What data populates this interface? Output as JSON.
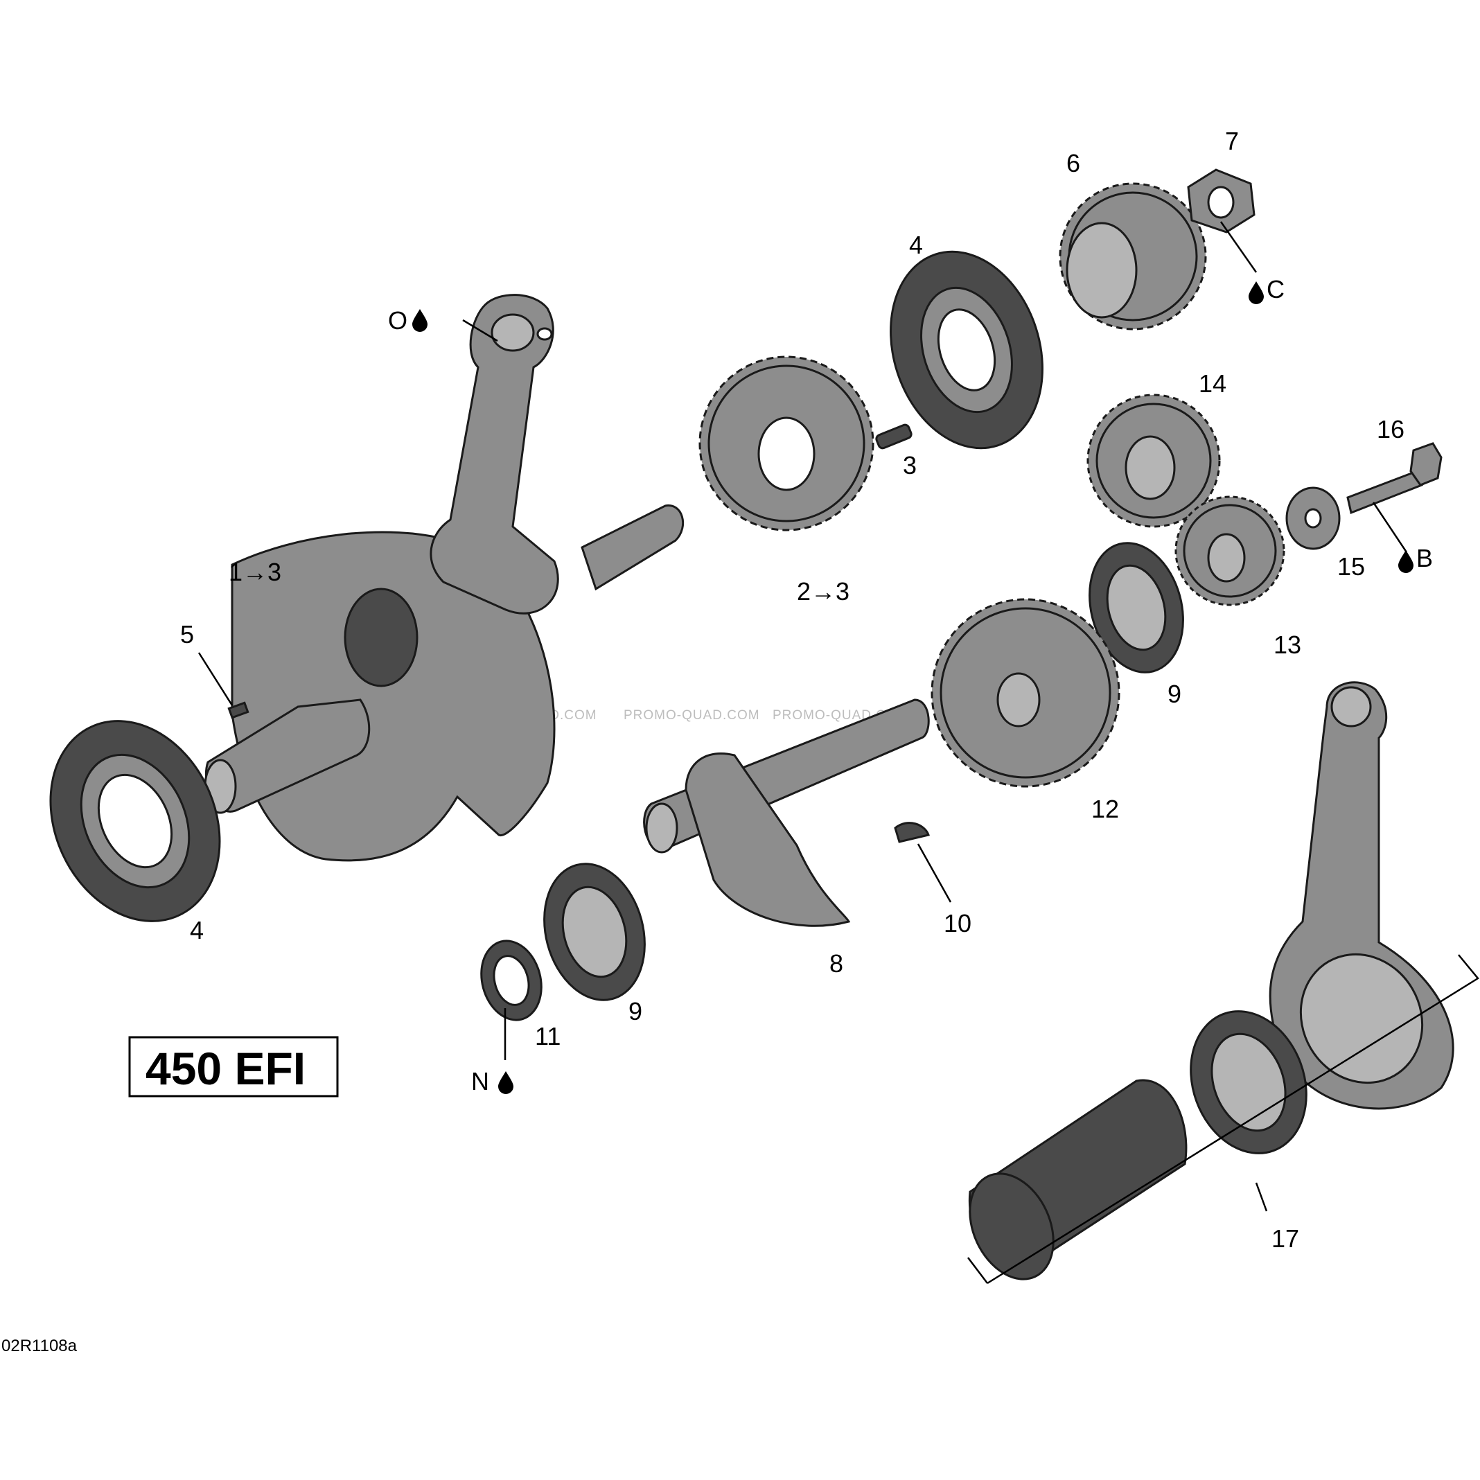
{
  "model_label": "450 EFI",
  "diagram_code": "02R1108a",
  "watermark": "PROMO-QUAD.COM",
  "callouts": {
    "c1": "1→3",
    "c2": "2→3",
    "c3": "3",
    "c4a": "4",
    "c4b": "4",
    "c5": "5",
    "c6": "6",
    "c7": "7",
    "c8": "8",
    "c9a": "9",
    "c9b": "9",
    "c10": "10",
    "c11": "11",
    "c12": "12",
    "c13": "13",
    "c14": "14",
    "c15": "15",
    "c16": "16",
    "c17": "17",
    "lubeO": "O",
    "lubeC": "C",
    "lubeB": "B",
    "lubeN": "N"
  },
  "icons": [
    "oil-drop-icon"
  ]
}
